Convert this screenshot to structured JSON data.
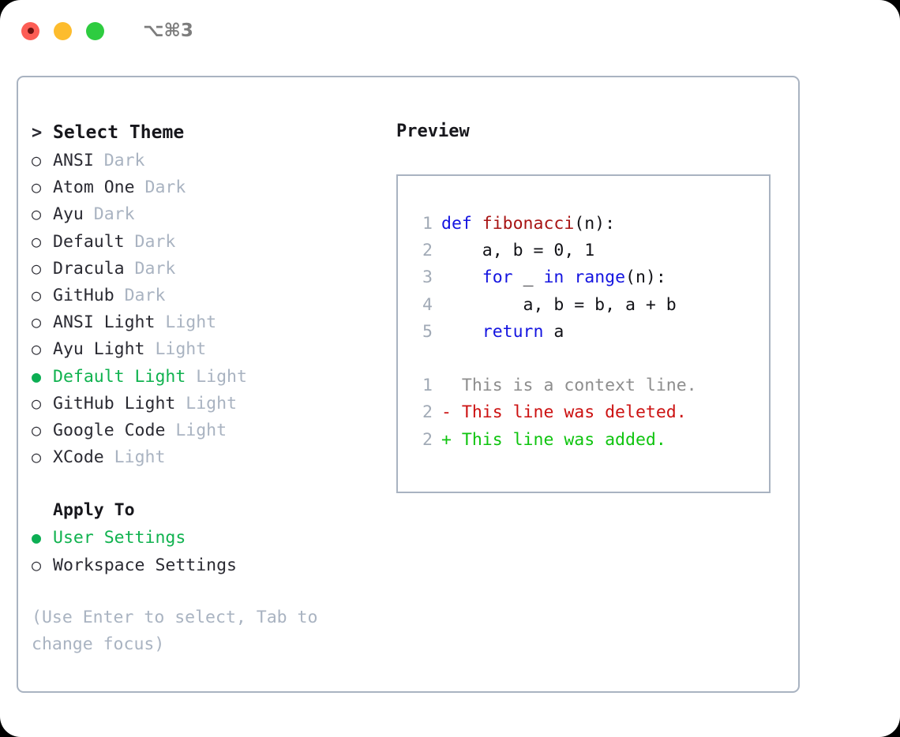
{
  "window": {
    "traffic_lights": [
      {
        "name": "close",
        "color": "#fc5d55"
      },
      {
        "name": "minimize",
        "color": "#fdbc2d"
      },
      {
        "name": "zoom",
        "color": "#2ecc40"
      }
    ],
    "shortcut": "⌥⌘3"
  },
  "theme_picker": {
    "heading_marker": ">",
    "heading": "Select Theme",
    "marker_unselected": "○",
    "marker_selected": "●",
    "themes": [
      {
        "name": "ANSI",
        "variant": "Dark",
        "selected": false
      },
      {
        "name": "Atom One",
        "variant": "Dark",
        "selected": false
      },
      {
        "name": "Ayu",
        "variant": "Dark",
        "selected": false
      },
      {
        "name": "Default",
        "variant": "Dark",
        "selected": false
      },
      {
        "name": "Dracula",
        "variant": "Dark",
        "selected": false
      },
      {
        "name": "GitHub",
        "variant": "Dark",
        "selected": false
      },
      {
        "name": "ANSI Light",
        "variant": "Light",
        "selected": false
      },
      {
        "name": "Ayu Light",
        "variant": "Light",
        "selected": false
      },
      {
        "name": "Default Light",
        "variant": "Light",
        "selected": true
      },
      {
        "name": "GitHub Light",
        "variant": "Light",
        "selected": false
      },
      {
        "name": "Google Code",
        "variant": "Light",
        "selected": false
      },
      {
        "name": "XCode",
        "variant": "Light",
        "selected": false
      }
    ]
  },
  "apply_to": {
    "title": "Apply To",
    "options": [
      {
        "label": "User Settings",
        "selected": true
      },
      {
        "label": "Workspace Settings",
        "selected": false
      }
    ]
  },
  "hint": "(Use Enter to select, Tab to change focus)",
  "preview": {
    "title": "Preview",
    "code_lines": [
      {
        "num": "1",
        "tokens": [
          {
            "t": "def ",
            "c": "kw"
          },
          {
            "t": "fibonacci",
            "c": "fn"
          },
          {
            "t": "(n):",
            "c": "plain"
          }
        ]
      },
      {
        "num": "2",
        "tokens": [
          {
            "t": "    a, b = 0, 1",
            "c": "plain"
          }
        ]
      },
      {
        "num": "3",
        "tokens": [
          {
            "t": "    ",
            "c": "plain"
          },
          {
            "t": "for",
            "c": "kw"
          },
          {
            "t": " _ ",
            "c": "plain"
          },
          {
            "t": "in",
            "c": "kw"
          },
          {
            "t": " ",
            "c": "plain"
          },
          {
            "t": "range",
            "c": "kw"
          },
          {
            "t": "(n):",
            "c": "plain"
          }
        ]
      },
      {
        "num": "4",
        "tokens": [
          {
            "t": "        a, b = b, a + b",
            "c": "plain"
          }
        ]
      },
      {
        "num": "5",
        "tokens": [
          {
            "t": "    ",
            "c": "plain"
          },
          {
            "t": "return",
            "c": "kw"
          },
          {
            "t": " a",
            "c": "plain"
          }
        ]
      }
    ],
    "diff_lines": [
      {
        "num": "1",
        "text": "  This is a context line.",
        "c": "ctx"
      },
      {
        "num": "2",
        "text": "- This line was deleted.",
        "c": "del"
      },
      {
        "num": "2",
        "text": "+ This line was added.",
        "c": "add"
      }
    ]
  },
  "colors": {
    "accent_green": "#10b24f",
    "muted": "#a9b3c1",
    "border": "#a9b3c1",
    "keyword_blue": "#1414e0",
    "function_red": "#a81414",
    "diff_deleted": "#cc1111",
    "diff_added": "#0fc40f"
  }
}
